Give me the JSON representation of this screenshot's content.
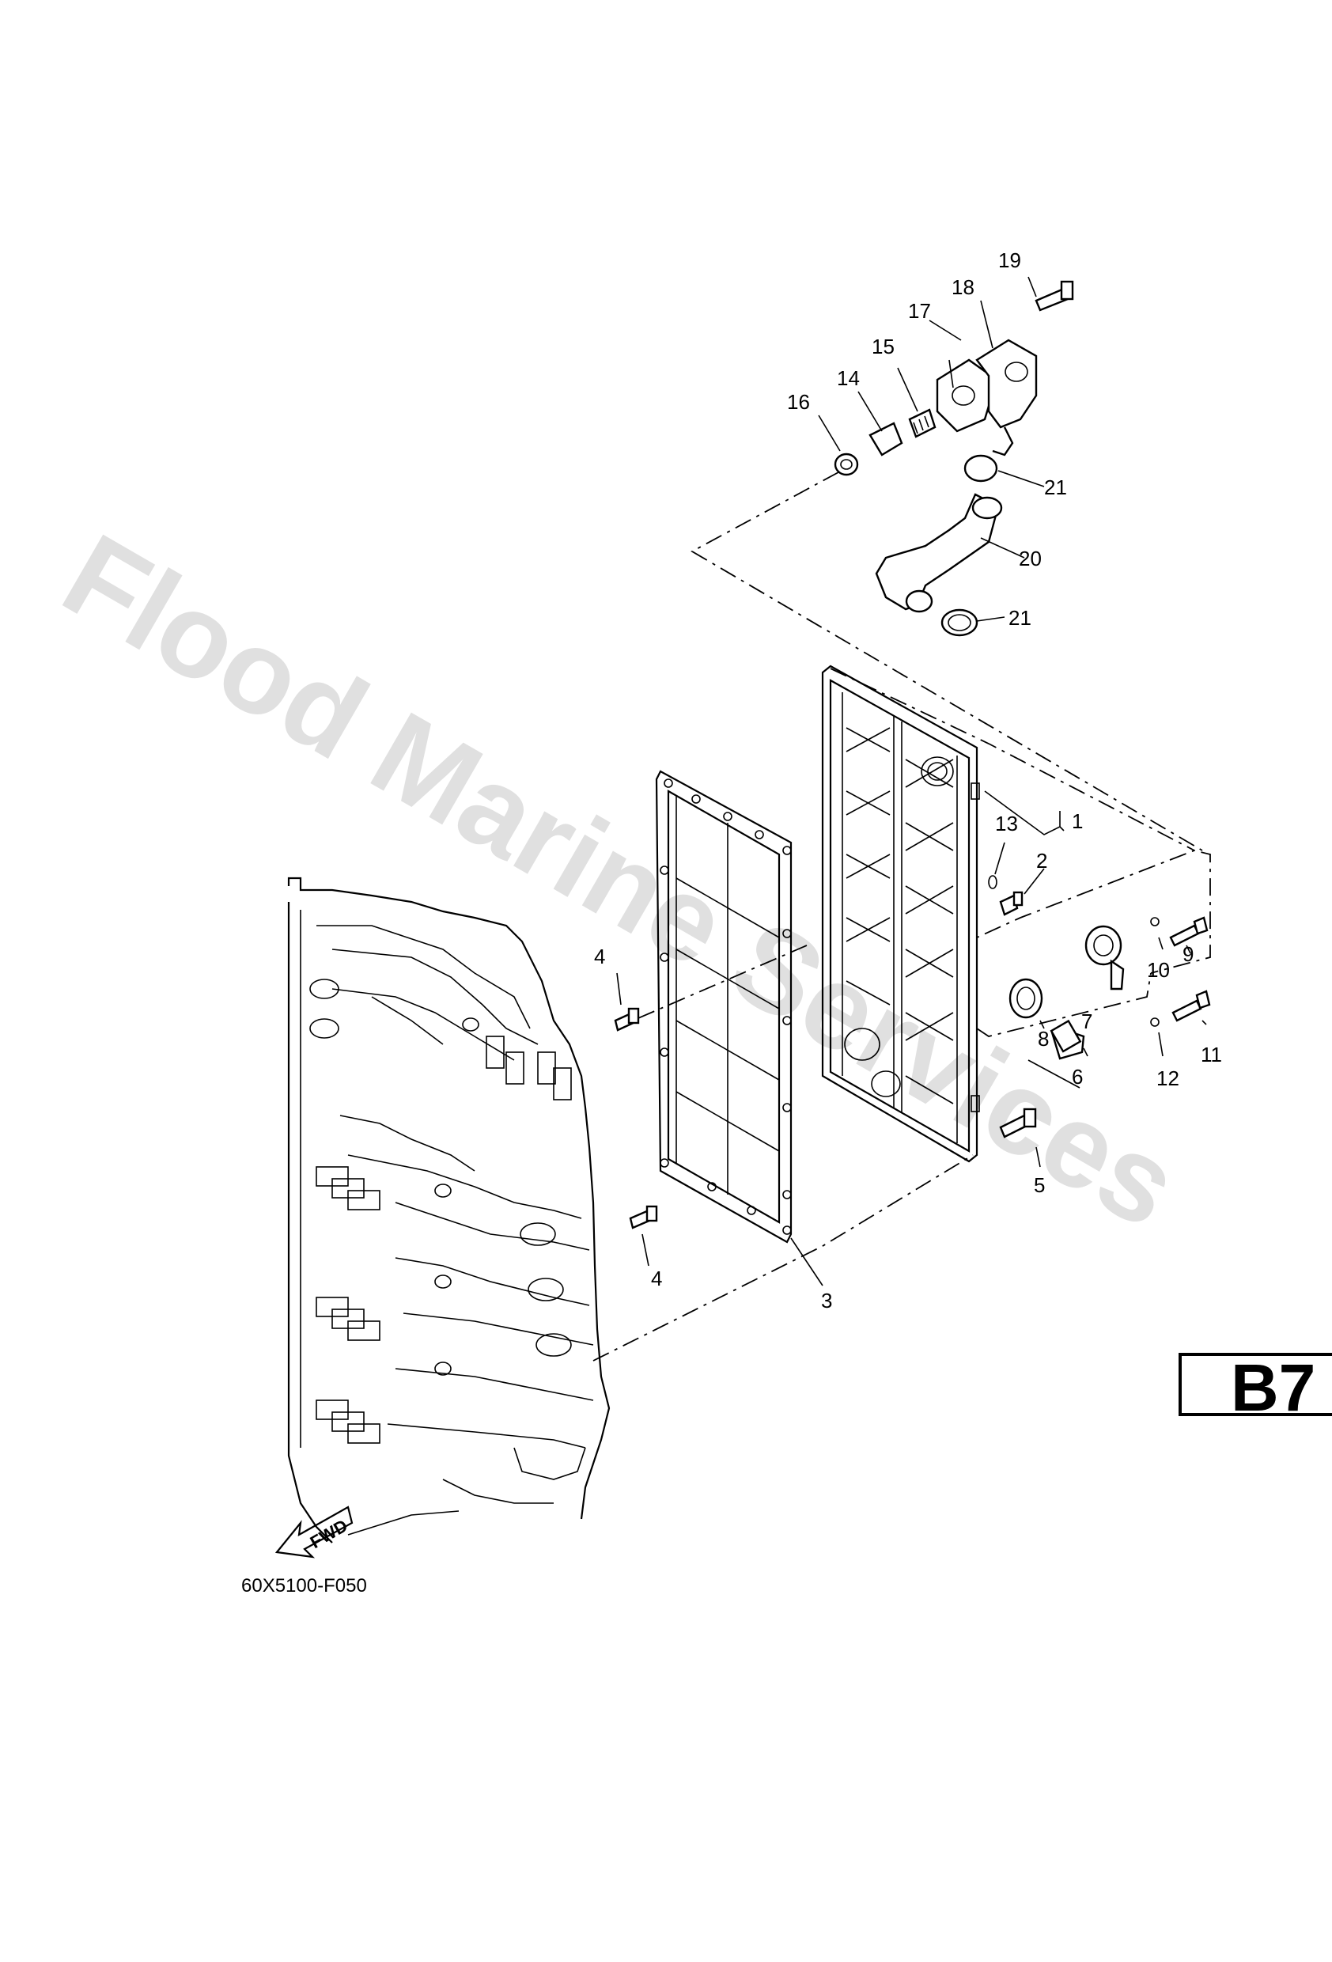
{
  "diagram": {
    "reference_code": "60X5100-F050",
    "page_code": "B7",
    "watermark": "Flood Marine Services",
    "fwd_label": "FWD",
    "callouts": {
      "c1": "1",
      "c2": "2",
      "c3": "3",
      "c4a": "4",
      "c4b": "4",
      "c5": "5",
      "c6": "6",
      "c7": "7",
      "c8": "8",
      "c9": "9",
      "c10": "10",
      "c11": "11",
      "c12": "12",
      "c13": "13",
      "c14": "14",
      "c15": "15",
      "c16": "16",
      "c17": "17",
      "c18": "18",
      "c19": "19",
      "c20": "20",
      "c21a": "21",
      "c21b": "21"
    }
  }
}
